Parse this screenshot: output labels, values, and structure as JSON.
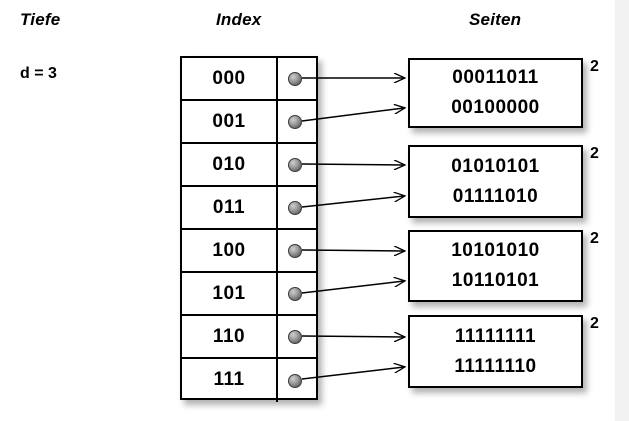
{
  "headers": {
    "depth_label": "Tiefe",
    "index_label": "Index",
    "pages_label": "Seiten"
  },
  "depth": {
    "text": "d = 3",
    "value": 3
  },
  "index_table": {
    "rows": [
      {
        "key": "000",
        "pointer": "pointer-dot",
        "target_page": 0
      },
      {
        "key": "001",
        "pointer": "pointer-dot",
        "target_page": 0
      },
      {
        "key": "010",
        "pointer": "pointer-dot",
        "target_page": 1
      },
      {
        "key": "011",
        "pointer": "pointer-dot",
        "target_page": 1
      },
      {
        "key": "100",
        "pointer": "pointer-dot",
        "target_page": 2
      },
      {
        "key": "101",
        "pointer": "pointer-dot",
        "target_page": 2
      },
      {
        "key": "110",
        "pointer": "pointer-dot",
        "target_page": 3
      },
      {
        "key": "111",
        "pointer": "pointer-dot",
        "target_page": 3
      }
    ]
  },
  "pages": [
    {
      "lines": [
        "00011011",
        "00100000"
      ],
      "local_depth": "2"
    },
    {
      "lines": [
        "01010101",
        "01111010"
      ],
      "local_depth": "2"
    },
    {
      "lines": [
        "10101010",
        "10110101"
      ],
      "local_depth": "2"
    },
    {
      "lines": [
        "11111111",
        "11111110"
      ],
      "local_depth": "2"
    }
  ],
  "colors": {
    "background": "#ffffff",
    "stroke": "#000000",
    "pointer_dot": "#8a8a8a",
    "shadow": "rgba(0,0,0,0.30)",
    "edge_strip": "#f2f2f2"
  }
}
